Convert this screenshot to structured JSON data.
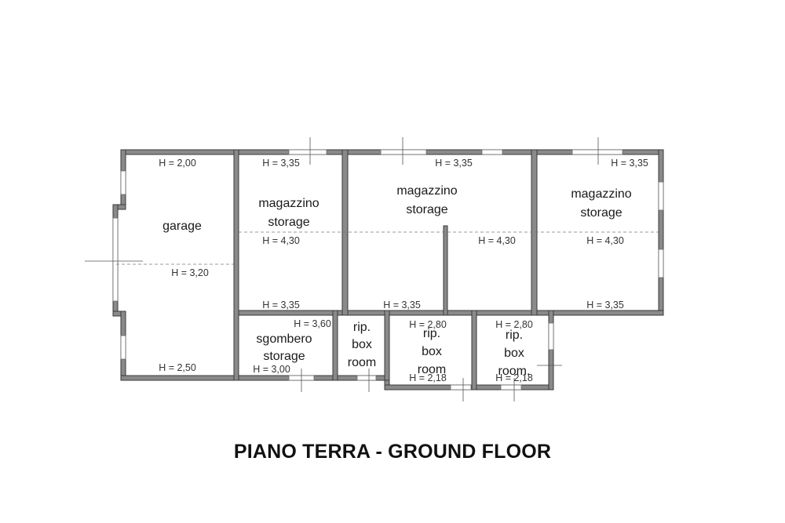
{
  "title": "PIANO TERRA - GROUND FLOOR",
  "colors": {
    "wall": "#8a8a8a",
    "wall_outline": "#3a3a3a",
    "text": "#1a1a1a"
  },
  "rooms": [
    {
      "name": "garage",
      "labels": [
        "garage"
      ],
      "heights": [
        "H = 2,00",
        "H = 3,20",
        "H = 2,50"
      ]
    },
    {
      "name": "storage-1",
      "labels": [
        "magazzino",
        "storage"
      ],
      "heights": [
        "H = 3,35",
        "H = 4,30",
        "H = 3,35"
      ]
    },
    {
      "name": "storage-2",
      "labels": [
        "magazzino",
        "storage"
      ],
      "heights": [
        "H = 3,35",
        "H = 3,35",
        "H = 4,30"
      ]
    },
    {
      "name": "storage-3",
      "labels": [
        "magazzino",
        "storage"
      ],
      "heights": [
        "H = 3,35",
        "H = 4,30",
        "H = 3,35"
      ]
    },
    {
      "name": "sgombero",
      "labels": [
        "sgombero",
        "storage"
      ],
      "heights": [
        "H = 3,60",
        "H = 3,00"
      ]
    },
    {
      "name": "box-room-1",
      "labels": [
        "rip.",
        "box",
        "room"
      ],
      "heights": []
    },
    {
      "name": "box-room-2",
      "labels": [
        "rip.",
        "box",
        "room"
      ],
      "heights": [
        "H = 2,80",
        "H = 2,18"
      ]
    },
    {
      "name": "box-room-3",
      "labels": [
        "rip.",
        "box",
        "room."
      ],
      "heights": [
        "H = 2,80",
        "H = 2,18"
      ]
    }
  ]
}
